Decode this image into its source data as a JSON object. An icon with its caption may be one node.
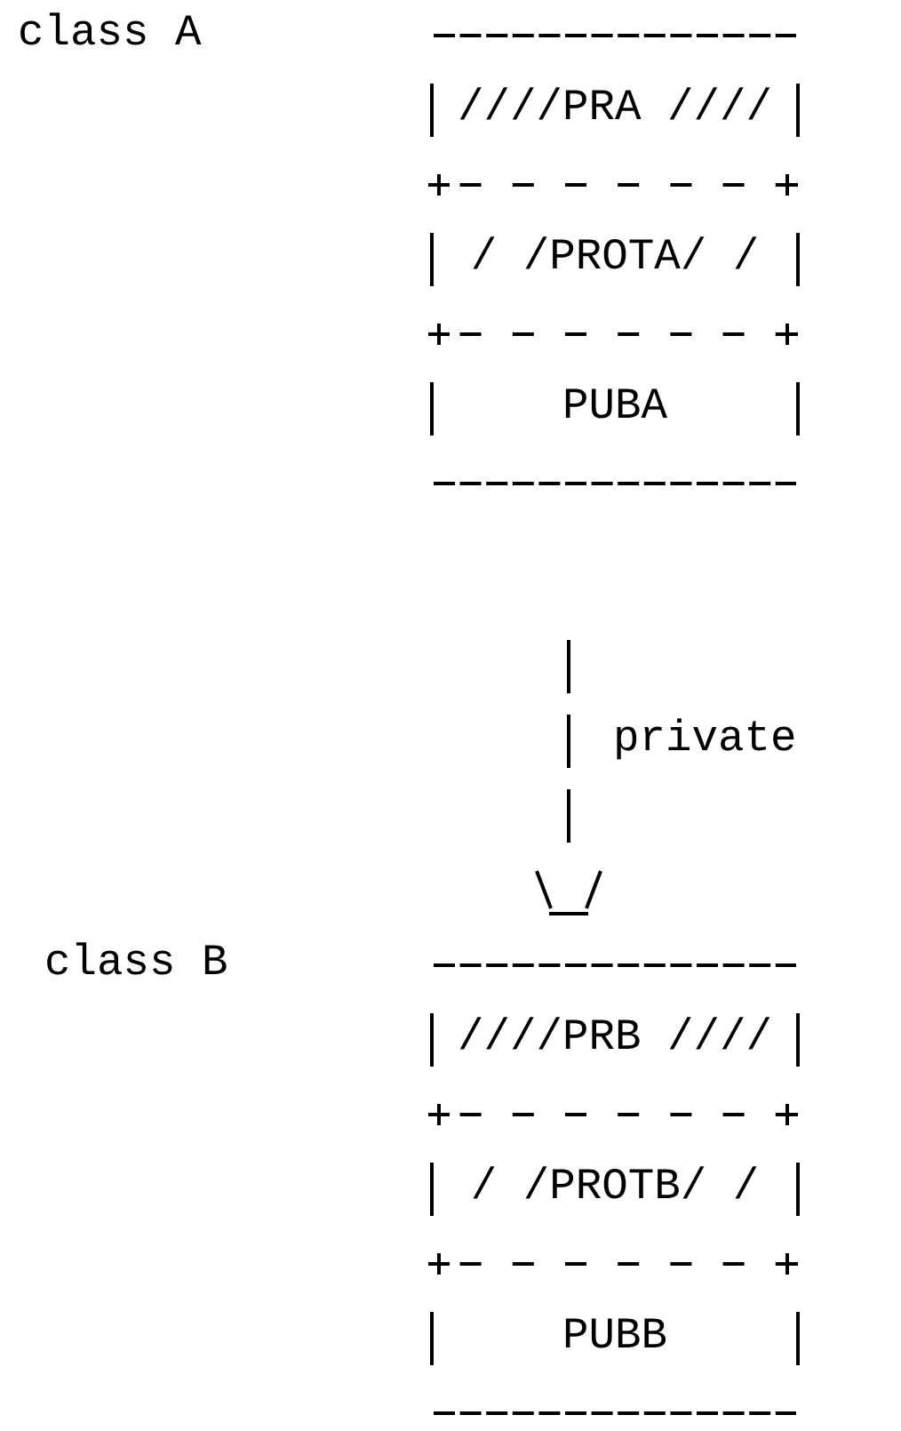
{
  "diagram": {
    "nodes": [
      {
        "text": [
          "class A"
        ]
      },
      {
        "text": [
          "////PRA ////"
        ],
        "in": 0
      },
      {
        "text": [
          "/ /PROTA/ /"
        ],
        "in": 0
      },
      {
        "text": [
          "PUBA"
        ],
        "in": 0
      },
      {
        "text": [
          "class B"
        ]
      },
      {
        "text": [
          "////PRB ////"
        ],
        "in": 4
      },
      {
        "text": [
          "/ /PROTB/ /"
        ],
        "in": 4
      },
      {
        "text": [
          "PUBB"
        ],
        "in": 4
      }
    ],
    "edges": [
      {
        "from": 0,
        "to": 4,
        "arrow": "to",
        "label": "private"
      }
    ]
  }
}
